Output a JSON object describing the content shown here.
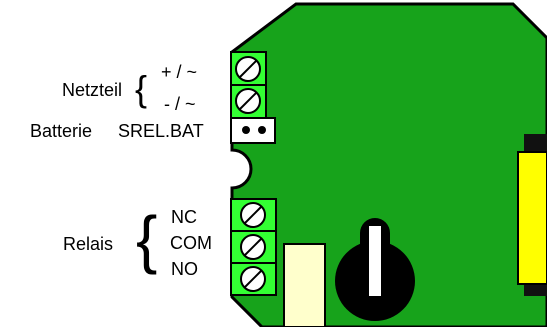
{
  "labels": {
    "power_group": "Netzteil",
    "power_plus": "+ / ~",
    "power_minus": "- / ~",
    "battery": "Batterie",
    "battery_connector": "SREL.BAT",
    "relay_group": "Relais",
    "relay_nc": "NC",
    "relay_com": "COM",
    "relay_no": "NO"
  },
  "colors": {
    "board": "#17a31b",
    "terminal": "#33ff33",
    "connector": "#ffffff",
    "yellow_part": "#ffff00",
    "cream_part": "#ffffcc",
    "knob": "#000000",
    "background": "#ffffff"
  }
}
